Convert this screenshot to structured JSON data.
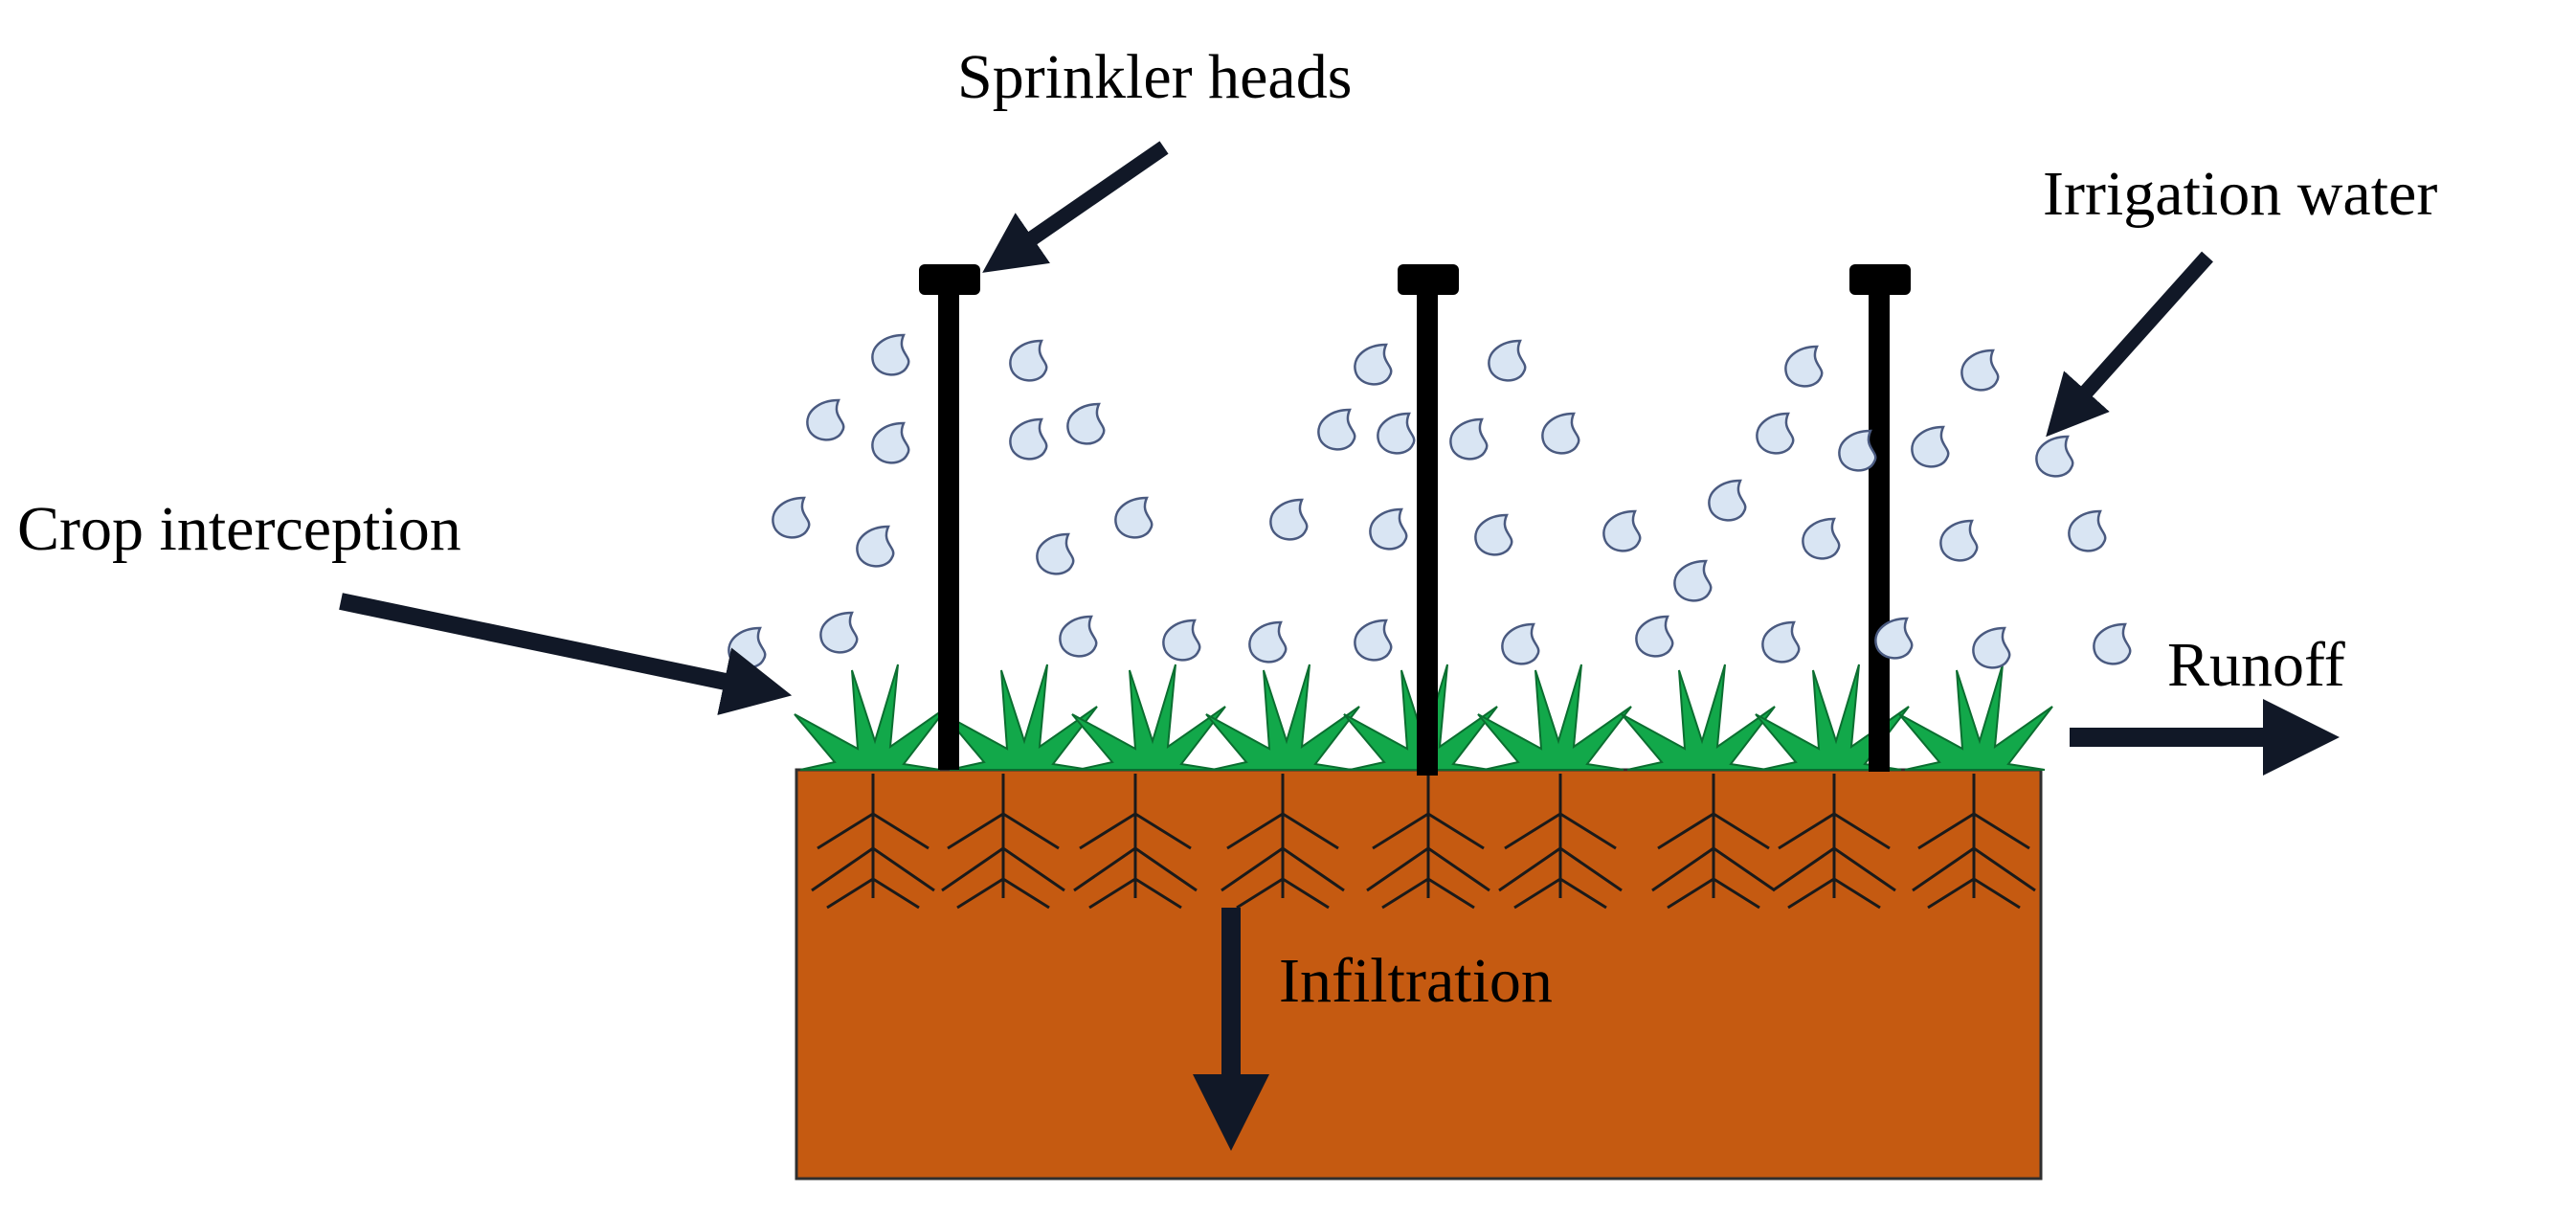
{
  "labels": {
    "sprinkler_heads": "Sprinkler heads",
    "irrigation_water": "Irrigation water",
    "crop_interception": "Crop interception",
    "runoff": "Runoff",
    "infiltration": "Infiltration"
  },
  "icons": {
    "sprinkler": "sprinkler-head-icon",
    "droplet": "water-droplet-icon",
    "crop": "crop-plant-icon",
    "root": "root-system-icon"
  },
  "colors": {
    "soil": "#c55a11",
    "soil_border": "#2f2f2f",
    "crop": "#12a84a",
    "droplet_fill": "#d9e5f3",
    "droplet_stroke": "#4a5a80",
    "arrow": "#111827",
    "pole": "#000000"
  },
  "counts": {
    "sprinklers": 3
  }
}
